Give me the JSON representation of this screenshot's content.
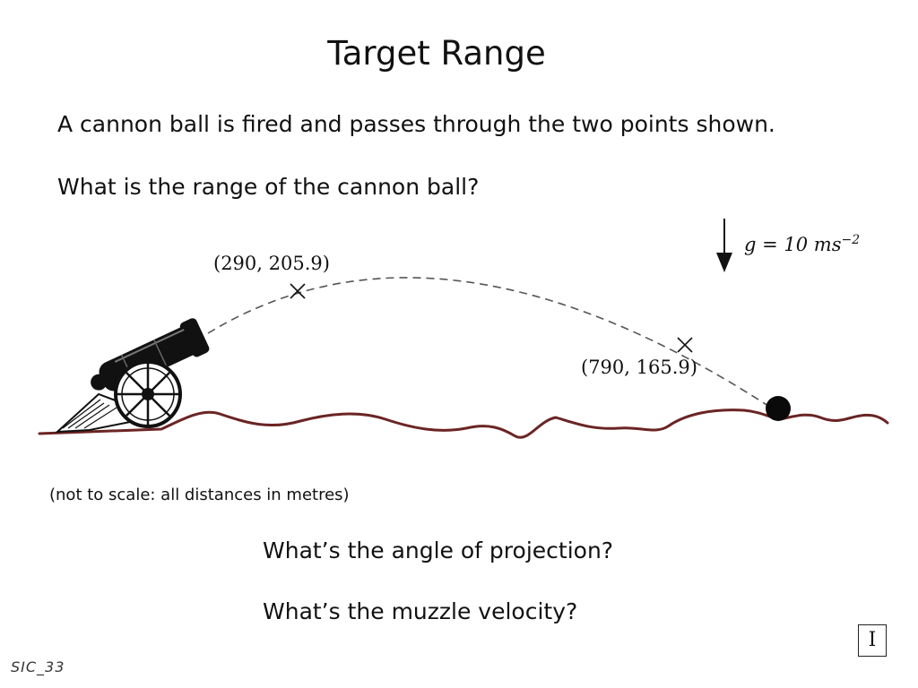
{
  "title": "Target Range",
  "question_main": "A cannon ball is fired and passes through the two points shown.",
  "question_range": "What is the range of the cannon ball?",
  "point_a": "(290, 205.9)",
  "point_b": "(790, 165.9)",
  "gravity": {
    "label": "g = 10 ms",
    "exponent": "−2"
  },
  "scale_note": "(not to scale:  all distances in metres)",
  "question_angle": "What’s the angle of projection?",
  "question_velocity": "What’s the muzzle velocity?",
  "info_button": "I",
  "slide_id": "SIC_33",
  "colors": {
    "ground": "#6b2424",
    "trajectory": "#555555",
    "cannon": "#111111"
  },
  "icons": {
    "gravity": "down-arrow-icon",
    "cannon": "cannon-icon",
    "cannonball": "cannonball-icon"
  }
}
